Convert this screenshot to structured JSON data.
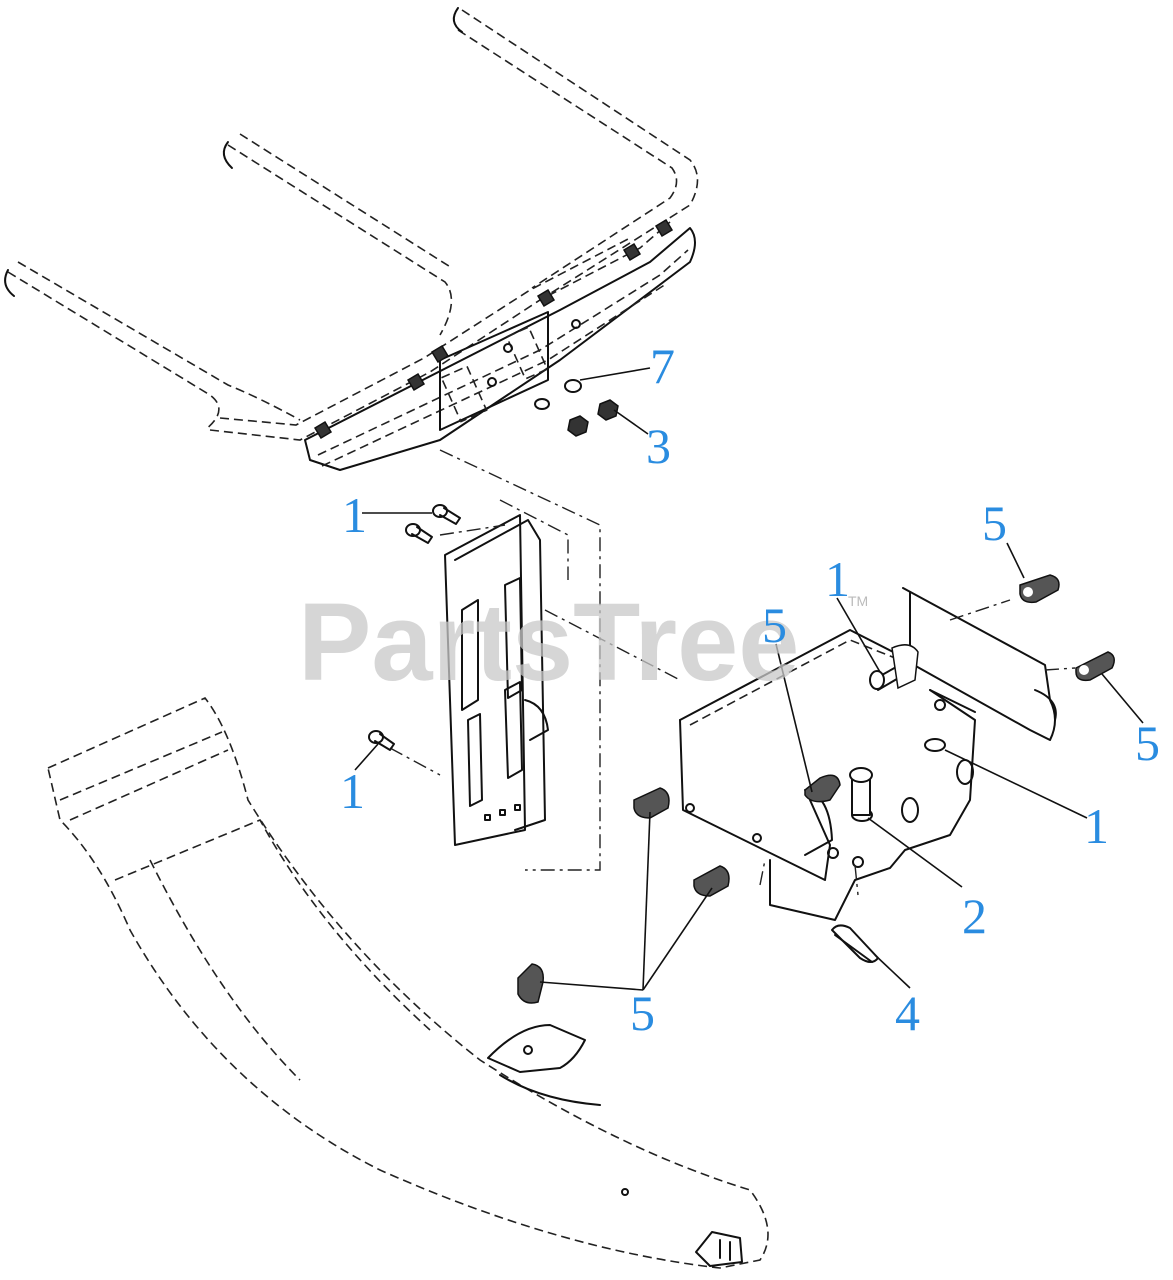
{
  "watermark": {
    "text": "PartsTree",
    "trademark": "TM"
  },
  "callouts": [
    {
      "id": "c7",
      "label": "7"
    },
    {
      "id": "c3",
      "label": "3"
    },
    {
      "id": "c1a",
      "label": "1"
    },
    {
      "id": "c5a",
      "label": "5"
    },
    {
      "id": "c1b",
      "label": "1"
    },
    {
      "id": "c5b",
      "label": "5"
    },
    {
      "id": "c5c",
      "label": "5"
    },
    {
      "id": "c1c",
      "label": "1"
    },
    {
      "id": "c1d",
      "label": "1"
    },
    {
      "id": "c2",
      "label": "2"
    },
    {
      "id": "c5d",
      "label": "5"
    },
    {
      "id": "c4",
      "label": "4"
    }
  ],
  "colors": {
    "callout": "#2a8ce0",
    "line": "#111111",
    "watermark": "#c8c8c8"
  }
}
